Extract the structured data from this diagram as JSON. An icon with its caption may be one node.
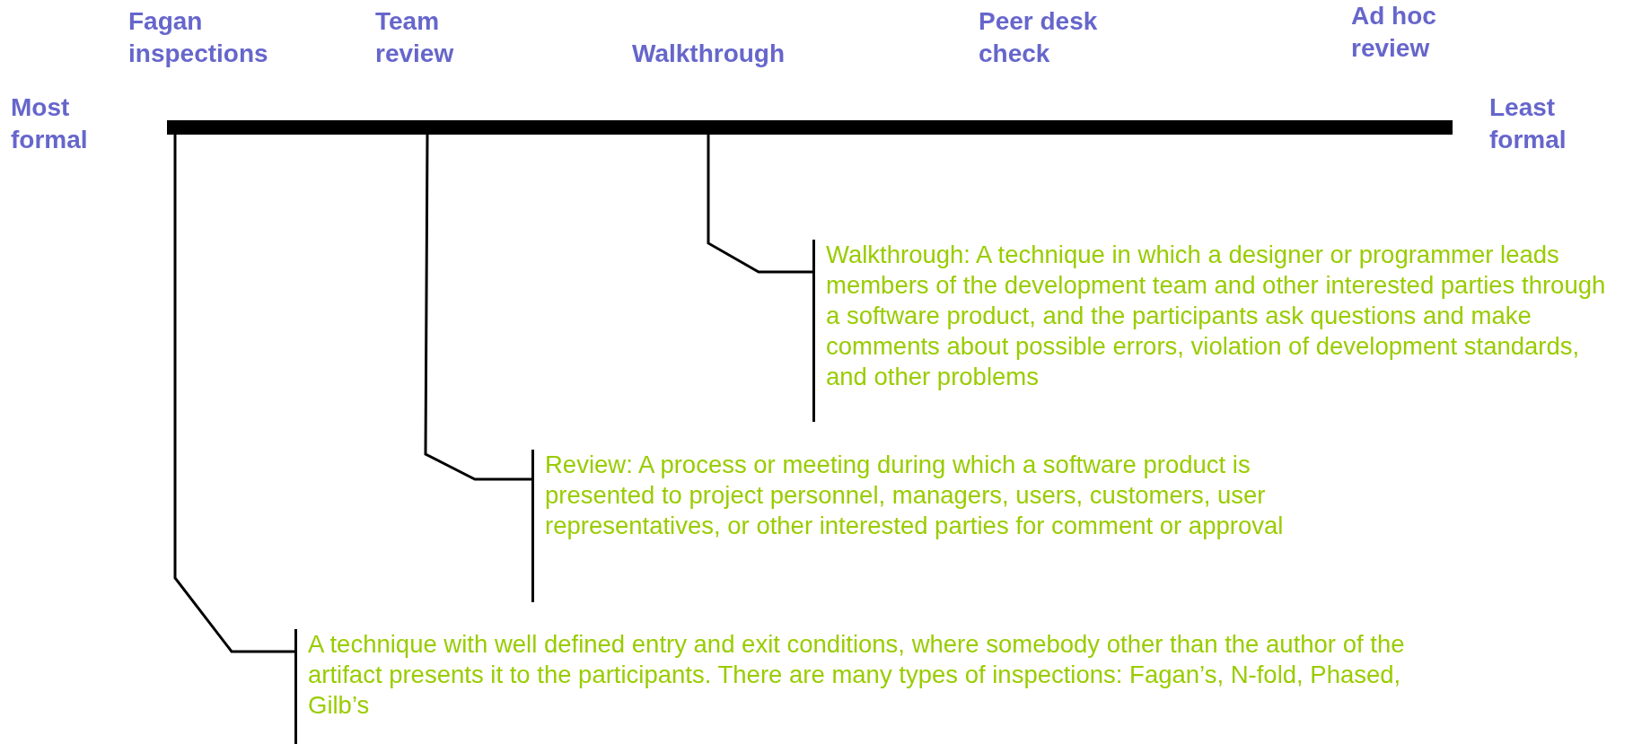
{
  "diagram": {
    "nodes": [
      {
        "text": [],
        "shape": "bar"
      },
      {
        "text": [
          "Walkthrough: A technique in which a designer or programmer leads members of the development team and other interested parties through a software product, and the participants ask questions and make comments about possible errors, violation of development standards, and other problems"
        ]
      },
      {
        "text": [
          "Review: A process or meeting during which a software product is presented to project personnel, managers, users, customers, user representatives, or other interested parties for comment or approval"
        ]
      },
      {
        "text": [
          "A technique with well defined entry and exit conditions, where somebody other than the author of the artifact presents it to the participants. There are many types of inspections: Fagan’s, N-fold, Phased, Gilb’s"
        ]
      }
    ],
    "edges": [
      {
        "from": 0,
        "to": 1,
        "arrow": "none"
      },
      {
        "from": 0,
        "to": 2,
        "arrow": "none"
      },
      {
        "from": 0,
        "to": 3,
        "arrow": "none"
      }
    ],
    "labels": [
      "Fagan inspections",
      "Team review",
      "Walkthrough",
      "Peer desk check",
      "Ad hoc review",
      "Most formal",
      "Least formal"
    ]
  }
}
